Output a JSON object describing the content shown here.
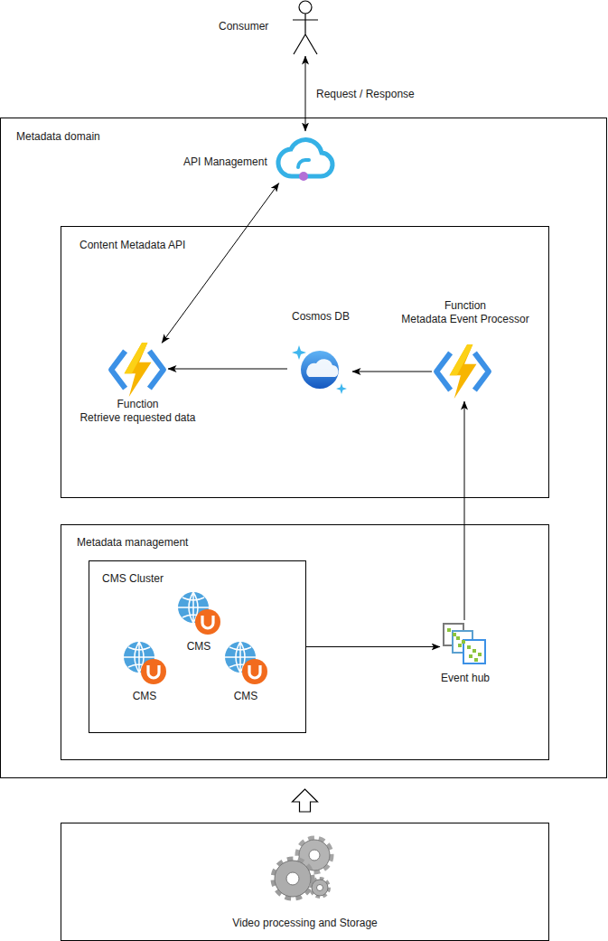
{
  "diagram": {
    "nodes": [
      {
        "text": [
          "Consumer"
        ]
      },
      {
        "text": [
          "Metadata domain"
        ]
      },
      {
        "text": [
          "API Management"
        ],
        "in": 1
      },
      {
        "text": [
          "Content Metadata API"
        ],
        "in": 1
      },
      {
        "text": [
          "Function Retrieve requested data"
        ],
        "in": 3
      },
      {
        "text": [
          "Cosmos DB"
        ],
        "in": 3
      },
      {
        "text": [
          "Function Metadata Event Processor"
        ],
        "in": 3
      },
      {
        "text": [
          "Metadata management"
        ],
        "in": 1
      },
      {
        "text": [
          "CMS Cluster"
        ],
        "in": 7
      },
      {
        "text": [
          "CMS"
        ],
        "in": 8
      },
      {
        "text": [
          "CMS"
        ],
        "in": 8
      },
      {
        "text": [
          "CMS"
        ],
        "in": 8
      },
      {
        "text": [
          "Event hub"
        ],
        "in": 7
      },
      {
        "text": [
          "Video processing and Storage"
        ]
      }
    ],
    "edges": [
      {
        "from": 0,
        "to": 2,
        "label": "Request / Response",
        "arrow": "both"
      },
      {
        "from": 2,
        "to": 4,
        "arrow": "both"
      },
      {
        "from": 5,
        "to": 4,
        "arrow": "to"
      },
      {
        "from": 6,
        "to": 5,
        "arrow": "to"
      },
      {
        "from": 12,
        "to": 6,
        "arrow": "to"
      },
      {
        "from": 8,
        "to": 12,
        "arrow": "to"
      },
      {
        "from": 13,
        "to": 1,
        "arrow": "to"
      }
    ]
  }
}
